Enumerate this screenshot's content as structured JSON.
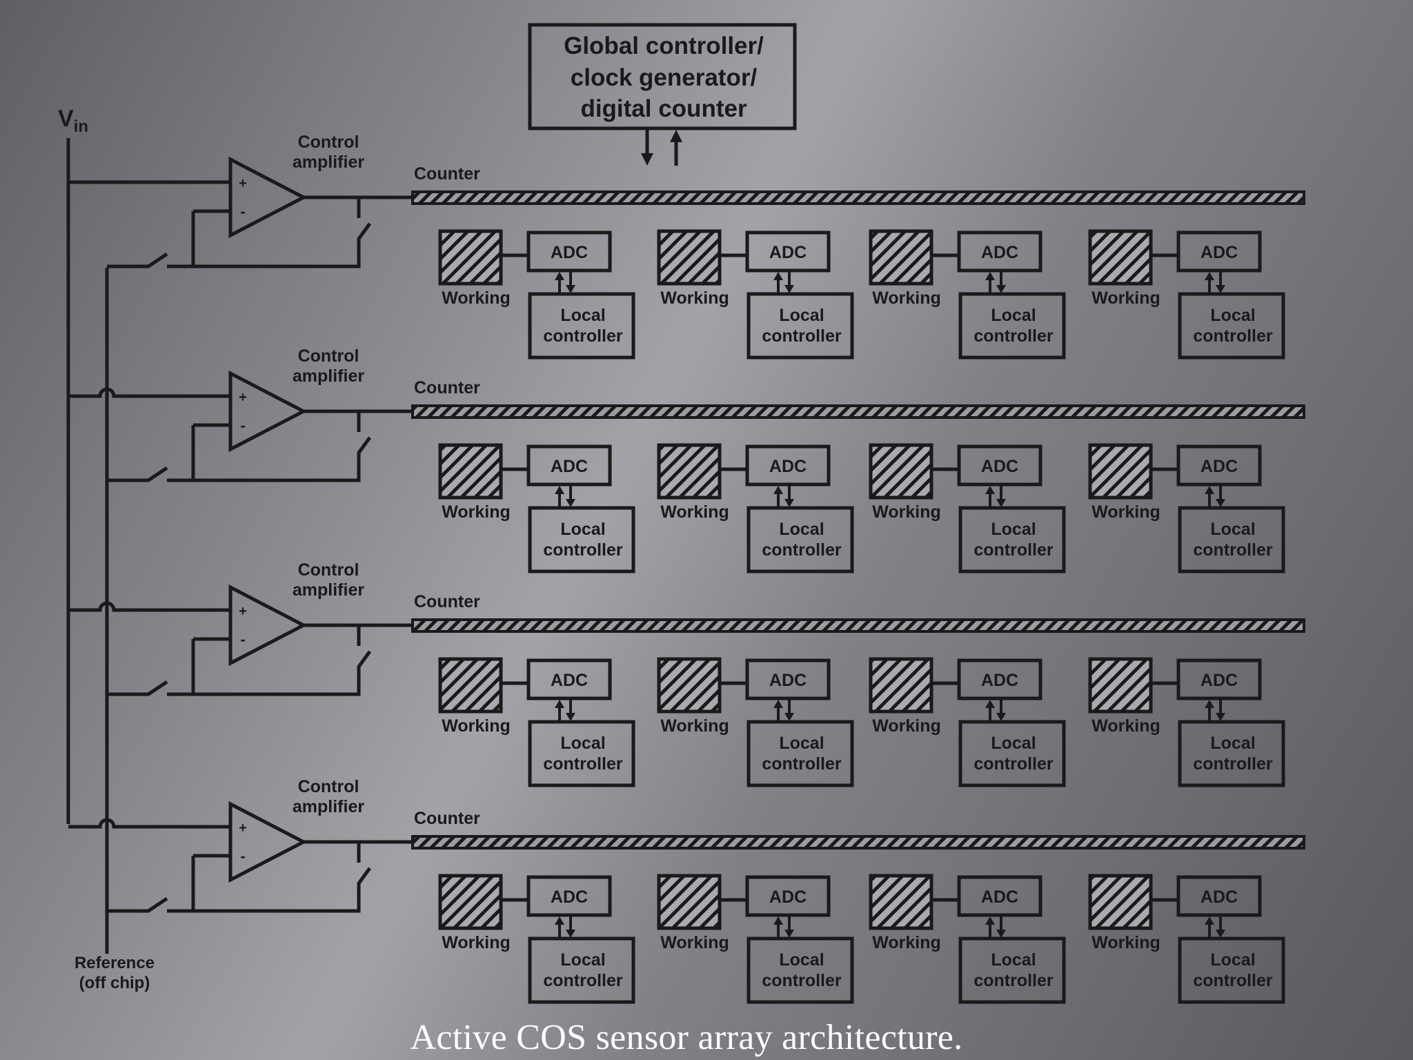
{
  "global_box": {
    "lines": [
      "Global controller/",
      "clock generator/",
      "digital counter"
    ]
  },
  "vin": {
    "main": "V",
    "sub": "in"
  },
  "reference": {
    "lines": [
      "Reference",
      "(off chip)"
    ]
  },
  "row_labels": {
    "amp_lines": [
      "Control",
      "amplifier"
    ],
    "counter": "Counter",
    "plus": "+",
    "minus": "-"
  },
  "cell_labels": {
    "working": "Working",
    "adc": "ADC",
    "local_lines": [
      "Local",
      "controller"
    ]
  },
  "rows": 4,
  "cells_per_row": 4,
  "caption": "Active COS sensor array architecture.",
  "colors": {
    "ink": "#1a1a1a",
    "caption": "#ffffff"
  }
}
